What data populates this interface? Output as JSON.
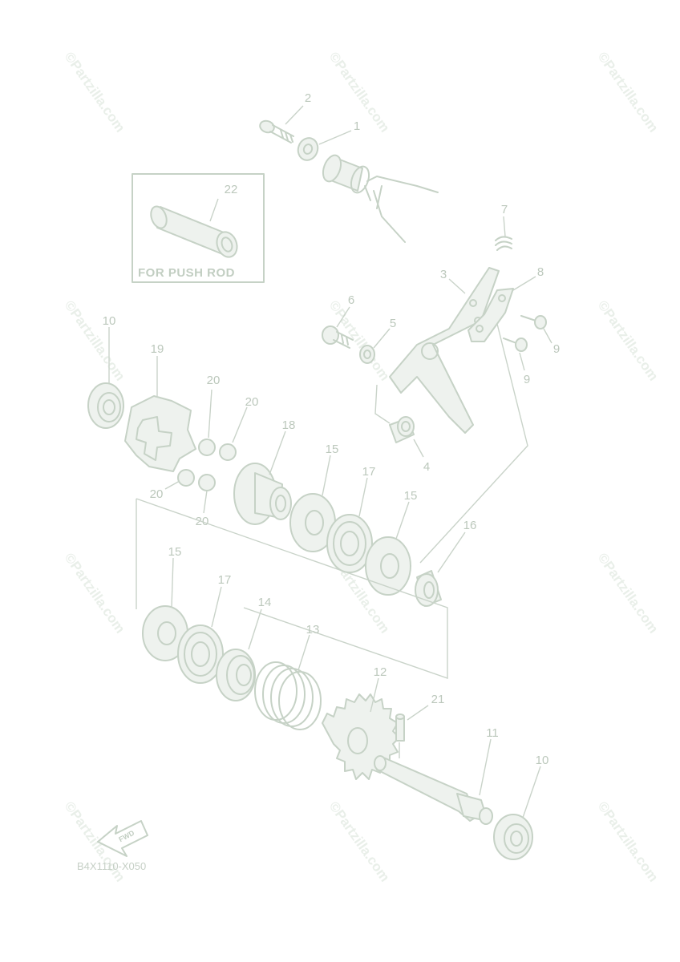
{
  "diagram": {
    "inset_label": "FOR PUSH ROD",
    "code": "B4X1110-X050",
    "fwd": "FWD",
    "watermark": "©Partzilla.com",
    "callouts": {
      "c1": "1",
      "c2": "2",
      "c3": "3",
      "c4": "4",
      "c5": "5",
      "c6": "6",
      "c7": "7",
      "c8": "8",
      "c9a": "9",
      "c9b": "9",
      "c10a": "10",
      "c10b": "10",
      "c11": "11",
      "c12": "12",
      "c13": "13",
      "c14": "14",
      "c15a": "15",
      "c15b": "15",
      "c15c": "15",
      "c16": "16",
      "c17a": "17",
      "c17b": "17",
      "c18": "18",
      "c19": "19",
      "c20a": "20",
      "c20b": "20",
      "c20c": "20",
      "c20d": "20",
      "c21": "21",
      "c22": "22"
    }
  }
}
